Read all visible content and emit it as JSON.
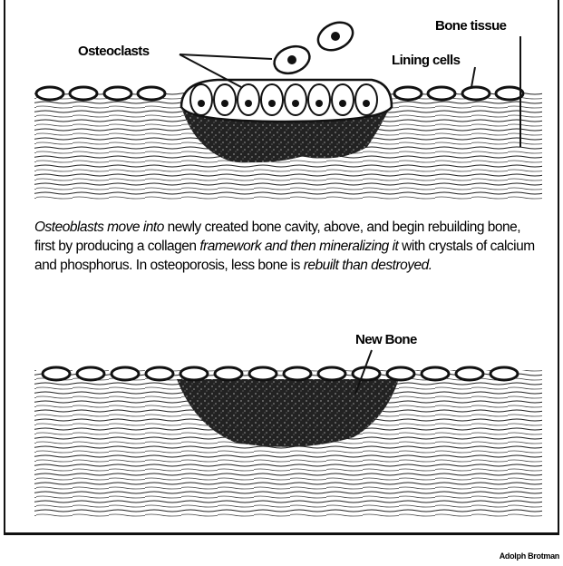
{
  "labels": {
    "osteoclasts": "Osteoclasts",
    "bone_tissue": "Bone tissue",
    "lining_cells": "Lining cells",
    "new_bone": "New Bone"
  },
  "caption": {
    "s1": "Osteoblasts move into",
    "s2": " newly created bone cavity, above, ",
    "s3": "and begin rebuilding bone, first by producing a collagen ",
    "s4": "framework and then mineralizing it",
    "s5": " with crystals of calcium and phosphorus. In osteoporosis, less bone is ",
    "s6": "rebuilt than destroyed."
  },
  "credit": "Adolph Brotman",
  "colors": {
    "ink": "#111111",
    "paper": "#ffffff"
  }
}
